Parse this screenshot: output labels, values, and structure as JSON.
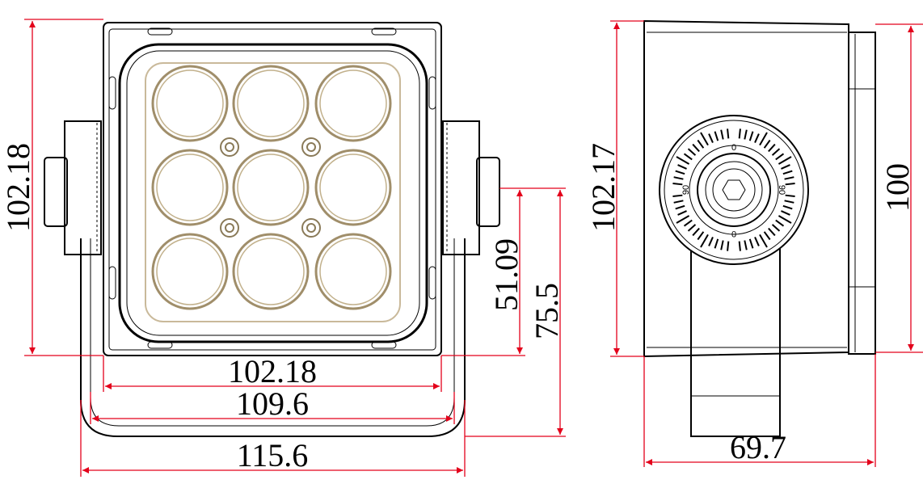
{
  "colors": {
    "dimension_line": "#e3001b",
    "outline": "#000000",
    "lens": "#a08e6a"
  },
  "front_view": {
    "width_dimension": "102.18",
    "height_dimension": "102.18",
    "bracket_inner_width": "109.6",
    "bracket_outer_width": "115.6",
    "pivot_to_bracket": "51.09",
    "pivot_to_bottom": "75.5"
  },
  "side_view": {
    "height_dimension": "102.17",
    "front_height": "100",
    "depth_dimension": "69.7",
    "dial_labels": [
      "0",
      "90",
      "90",
      "0"
    ]
  }
}
